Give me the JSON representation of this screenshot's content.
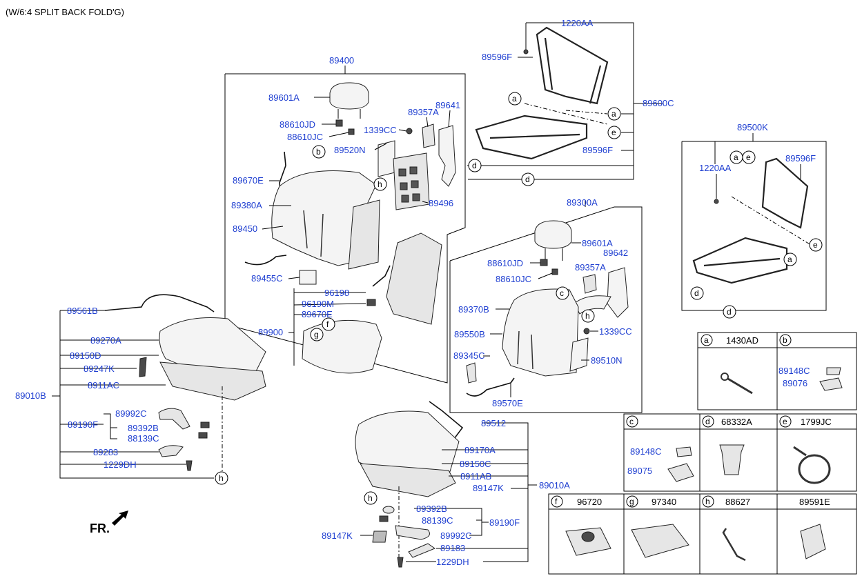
{
  "header": {
    "title": "(W/6:4 SPLIT BACK FOLD'G)"
  },
  "labels": {
    "p89400": "89400",
    "p89601A_l": "89601A",
    "p88610JD_l": "88610JD",
    "p88610JC_l": "88610JC",
    "p89357A_l": "89357A",
    "p89641": "89641",
    "p1339CC_l": "1339CC",
    "p89520N": "89520N",
    "p89670E_l": "89670E",
    "p89380A": "89380A",
    "p89450": "89450",
    "p89496": "89496",
    "p89455C": "89455C",
    "p96198": "96198",
    "p96190M": "96190M",
    "p89670E_b": "89670E",
    "p89900": "89900",
    "p1220AA_t": "1220AA",
    "p89596F_t": "89596F",
    "p89600C": "89600C",
    "p89596F_m": "89596F",
    "p89500K": "89500K",
    "p1220AA_r": "1220AA",
    "p89596F_r": "89596F",
    "p89300A": "89300A",
    "p89601A_r": "89601A",
    "p89642": "89642",
    "p88610JD_r": "88610JD",
    "p89357A_r": "89357A",
    "p88610JC_r": "88610JC",
    "p89370B": "89370B",
    "p89550B": "89550B",
    "p1339CC_r": "1339CC",
    "p89345C": "89345C",
    "p89510N": "89510N",
    "p89570E": "89570E",
    "p89561B": "89561B",
    "p89270A": "89270A",
    "p89150D": "89150D",
    "p89247K": "89247K",
    "p89010B": "89010B",
    "p8911AC": "8911AC",
    "p89190F_l": "89190F",
    "p89992C_l": "89992C",
    "p89392B_l": "89392B",
    "p88139C_l": "88139C",
    "p89283": "89283",
    "p1229DH_l": "1229DH",
    "p89512": "89512",
    "p89170A": "89170A",
    "p89150C": "89150C",
    "p8911AB": "8911AB",
    "p89147K_r": "89147K",
    "p89010A": "89010A",
    "p89392B_r": "89392B",
    "p88139C_r": "88139C",
    "p89190F_r": "89190F",
    "p89992C_r": "89992C",
    "p89147K_b": "89147K",
    "p89183": "89183",
    "p1229DH_r": "1229DH",
    "fr": "FR."
  },
  "callouts": {
    "a": "a",
    "b": "b",
    "c": "c",
    "d": "d",
    "e": "e",
    "f": "f",
    "g": "g",
    "h": "h"
  },
  "legend": {
    "a": {
      "letter": "a",
      "part": "1430AD"
    },
    "b": {
      "letter": "b",
      "p1": "89148C",
      "p2": "89076"
    },
    "c": {
      "letter": "c",
      "p1": "89148C",
      "p2": "89075"
    },
    "d": {
      "letter": "d",
      "part": "68332A"
    },
    "e": {
      "letter": "e",
      "part": "1799JC"
    },
    "f": {
      "letter": "f",
      "part": "96720"
    },
    "g": {
      "letter": "g",
      "part": "97340"
    },
    "h": {
      "letter": "h",
      "part": "88627"
    },
    "i": {
      "part": "89591E"
    }
  },
  "colors": {
    "label": "#1f3fd1",
    "line": "#000000"
  }
}
